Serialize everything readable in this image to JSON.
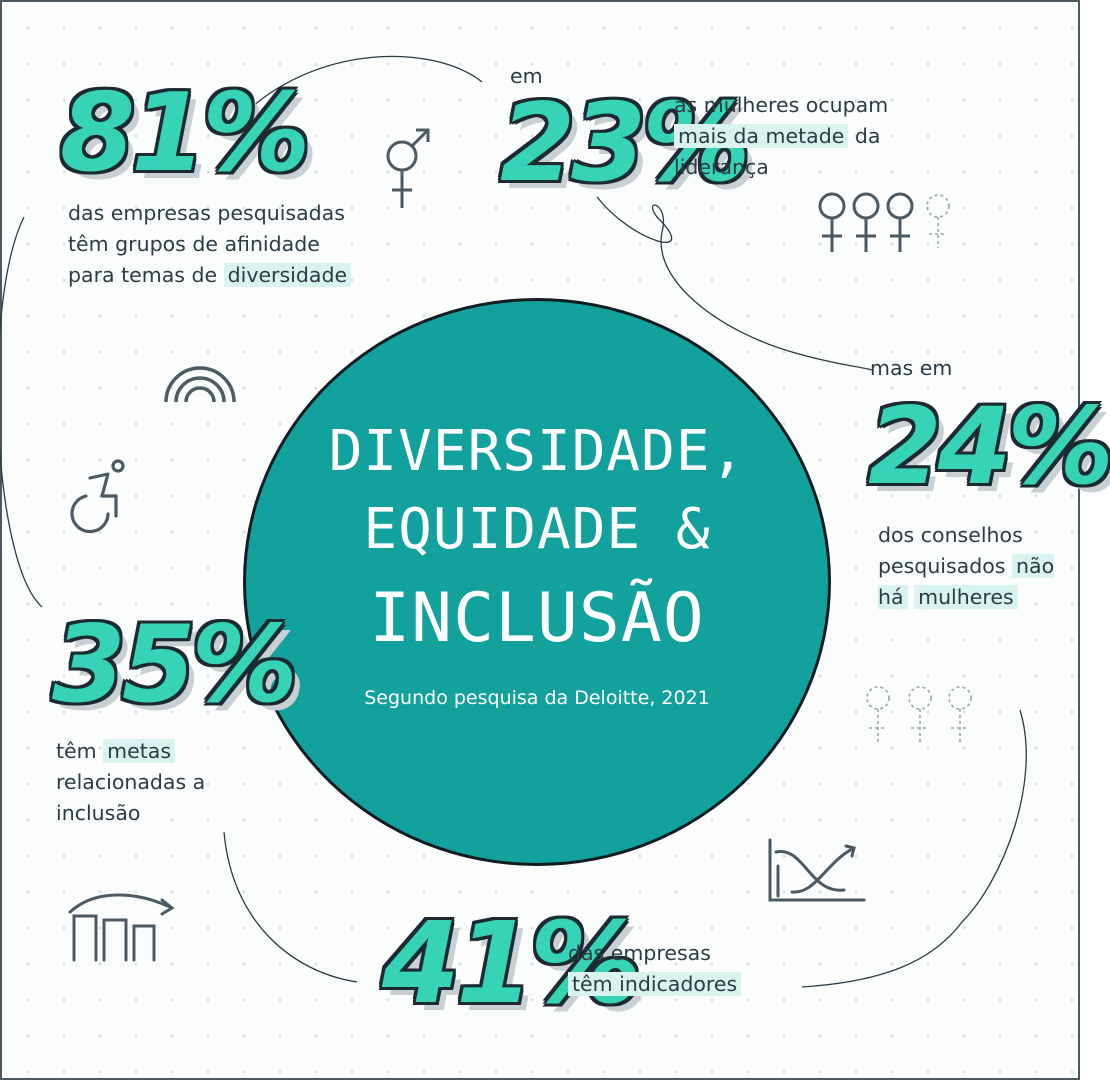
{
  "title": {
    "line1": "DIVERSIDADE,",
    "line2": "EQUIDADE &",
    "line3": "INCLUSÃO",
    "source": "Segundo pesquisa da Deloitte, 2021"
  },
  "stat_81": {
    "value": "81%",
    "text_before": "das empresas pesquisadas têm grupos de afinidade para temas de ",
    "highlight": "diversidade"
  },
  "stat_23": {
    "prefix": "em",
    "value": "23%",
    "text_before": "as mulheres ocupam ",
    "highlight": "mais da metade",
    "text_after": " da liderança"
  },
  "stat_24": {
    "prefix": "mas em",
    "value": "24%",
    "text_before": "dos conselhos pesquisados ",
    "highlight1": "não há",
    "highlight2": "mulheres"
  },
  "stat_35": {
    "value": "35%",
    "text_before": "têm ",
    "highlight": "metas",
    "text_after": " relacionadas a inclusão"
  },
  "stat_41": {
    "value": "41%",
    "text_before": "das empresas",
    "highlight": "têm indicadores"
  },
  "icons": [
    "gender-symbol-icon",
    "female-symbol-icon",
    "rainbow-icon",
    "wheelchair-icon",
    "declining-bar-chart-icon",
    "crossing-lines-chart-icon"
  ],
  "colors": {
    "teal": "#12a19c",
    "mint": "#36d3b6",
    "highlight": "#d9f3ef",
    "dark": "#2b3c44"
  }
}
